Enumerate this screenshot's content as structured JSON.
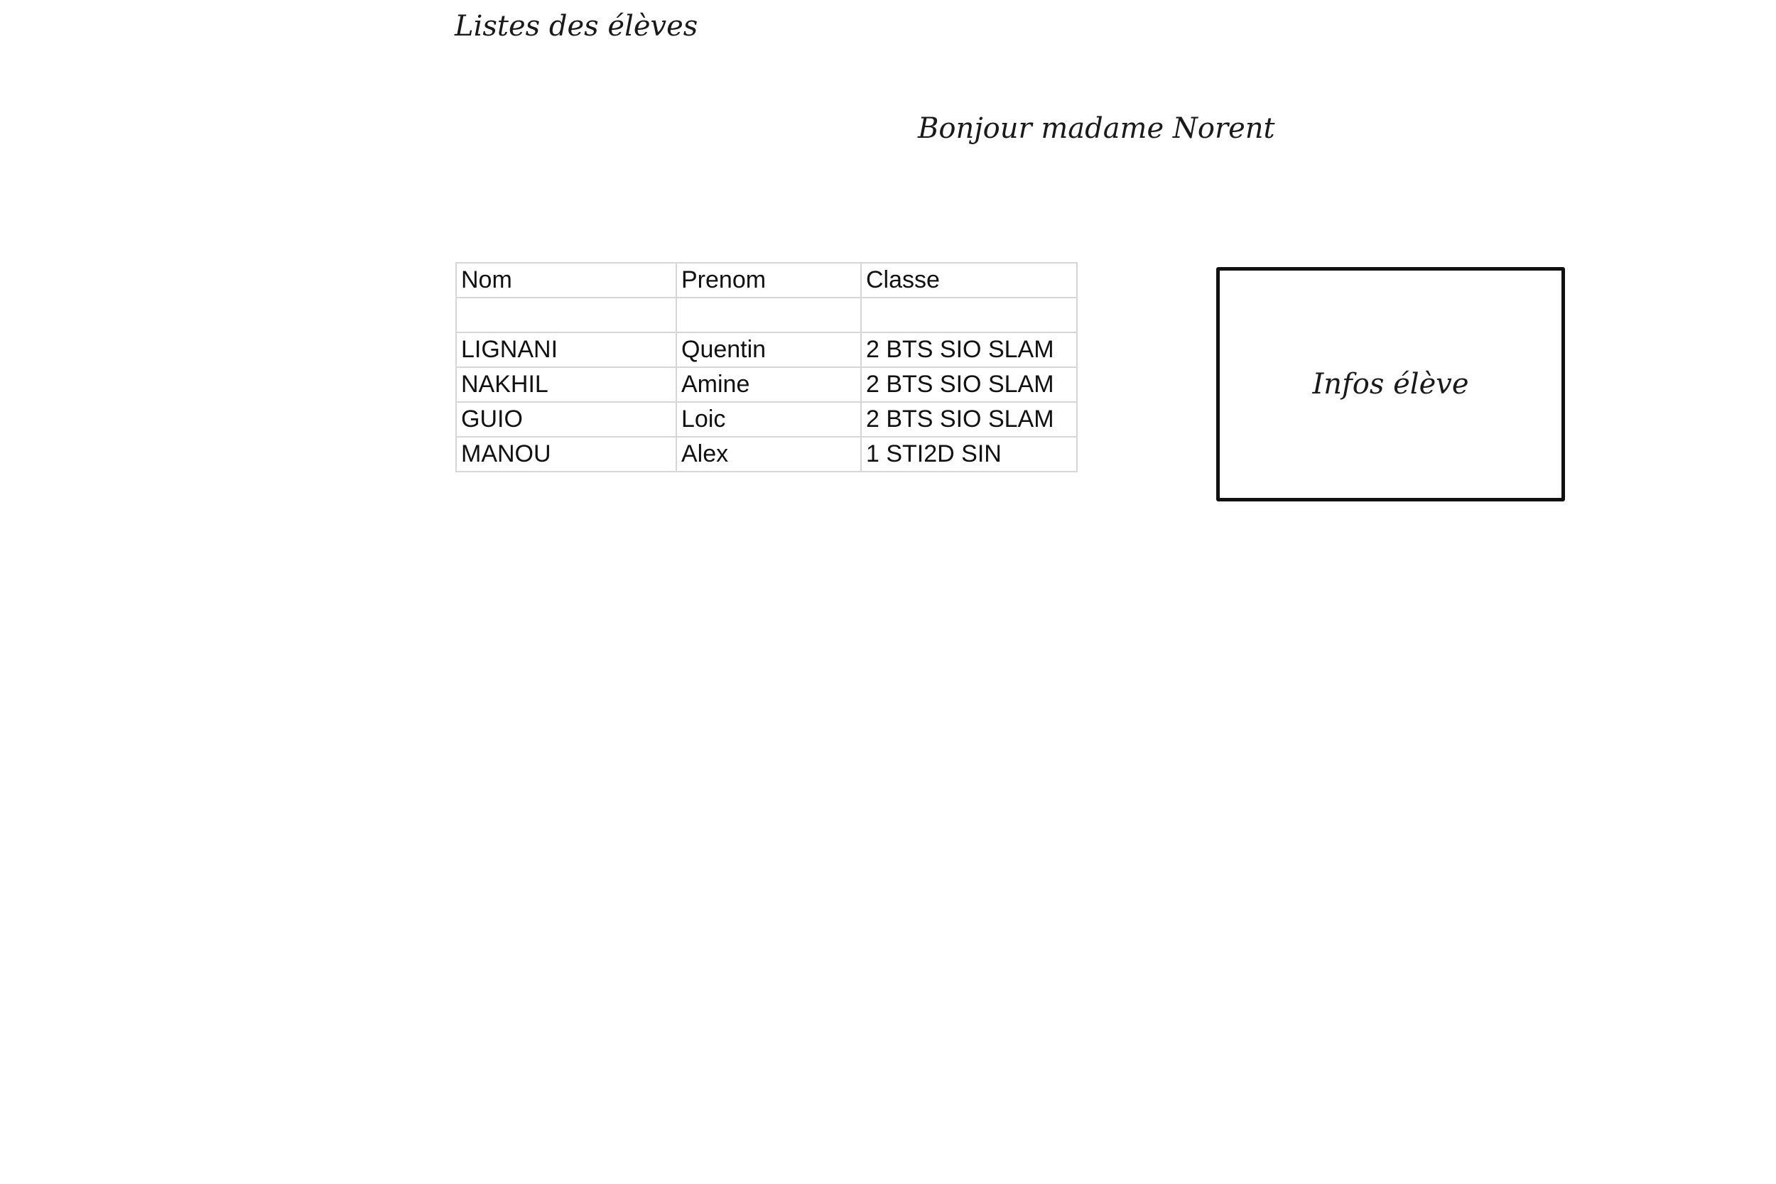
{
  "page": {
    "title": "Listes des élèves",
    "greeting": "Bonjour madame Norent"
  },
  "table": {
    "headers": [
      "Nom",
      "Prenom",
      "Classe"
    ],
    "rows": [
      [
        "",
        "",
        ""
      ],
      [
        "LIGNANI",
        "Quentin",
        "2 BTS SIO SLAM"
      ],
      [
        "NAKHIL",
        "Amine",
        "2 BTS SIO SLAM"
      ],
      [
        "GUIO",
        "Loic",
        "2 BTS SIO SLAM"
      ],
      [
        "MANOU",
        "Alex",
        "1 STI2D SIN"
      ]
    ]
  },
  "info_panel": {
    "label": "Infos élève"
  }
}
